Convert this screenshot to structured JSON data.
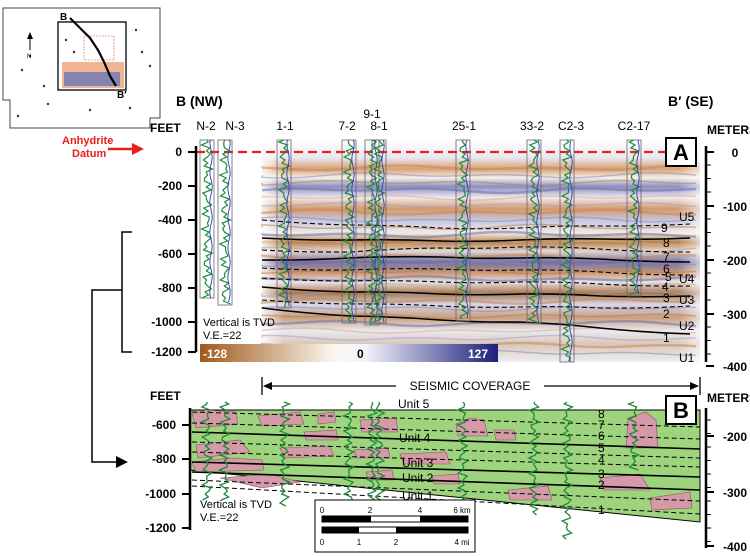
{
  "inset_map": {
    "label_b": "B",
    "label_b_prime": "B′",
    "north_label": "N"
  },
  "section_title_left": "B (NW)",
  "section_title_right": "B′ (SE)",
  "datum_label": [
    "Anhydrite",
    "Datum"
  ],
  "colors": {
    "datum": "#e8201a",
    "panel_b_fill": "#9fd47f",
    "pink_bodies": "#d49aa7",
    "log_green": "#1e8a3a",
    "log_blue": "#2a3fb8"
  },
  "panel_a": {
    "badge": "A",
    "left_axis_title": "FEET",
    "right_axis_title": "METERS",
    "feet_ticks": [
      "0",
      "-200",
      "-400",
      "-600",
      "-800",
      "-1000",
      "-1200"
    ],
    "meter_ticks": [
      "0",
      "-100",
      "-200",
      "-300",
      "-400"
    ],
    "wells": [
      "N-2",
      "N-3",
      "1-1",
      "7-2",
      "9-1",
      "8-1",
      "25-1",
      "33-2",
      "C2-3",
      "C2-17"
    ],
    "units": [
      "U5",
      "U4",
      "U3",
      "U2",
      "U1"
    ],
    "horizon_numbers": [
      "9",
      "8",
      "7",
      "6",
      "5",
      "4",
      "3",
      "2",
      "1"
    ],
    "note": [
      "Vertical is TVD",
      "V.E.=22"
    ],
    "colorbar": {
      "min": "-128",
      "mid": "0",
      "max": "127"
    }
  },
  "panel_b": {
    "badge": "B",
    "left_axis_title": "FEET",
    "right_axis_title": "METERS",
    "coverage_label": "SEISMIC COVERAGE",
    "feet_ticks": [
      "-600",
      "-800",
      "-1000",
      "-1200"
    ],
    "meter_ticks": [
      "-200",
      "-300",
      "-400"
    ],
    "units": [
      "Unit 5",
      "Unit 4",
      "Unit 3",
      "Unit 2",
      "Unit 1"
    ],
    "horizon_numbers": [
      "8",
      "7",
      "6",
      "5",
      "4",
      "3",
      "2",
      "1"
    ],
    "note": [
      "Vertical is TVD",
      "V.E.=22"
    ],
    "scale_km": [
      "0",
      "2",
      "4",
      "6 km"
    ],
    "scale_mi": [
      "0",
      "1",
      "2",
      "4 mi"
    ]
  }
}
